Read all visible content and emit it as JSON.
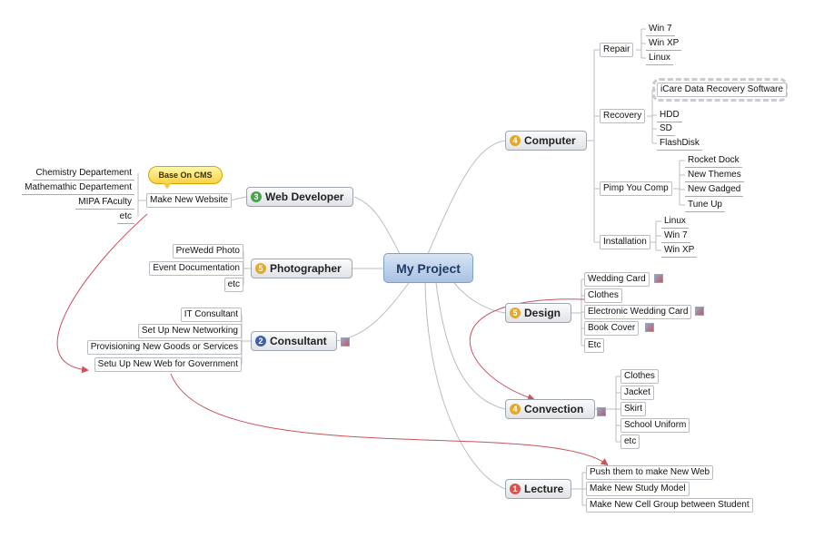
{
  "map": {
    "central": "My Project",
    "callout": "Base On CMS",
    "topics": {
      "computer": {
        "label": "Computer",
        "priority": "4"
      },
      "web": {
        "label": "Web Developer",
        "priority": "3"
      },
      "photo": {
        "label": "Photographer",
        "priority": "5"
      },
      "consult": {
        "label": "Consultant",
        "priority": "2"
      },
      "design": {
        "label": "Design",
        "priority": "5"
      },
      "convection": {
        "label": "Convection",
        "priority": "4"
      },
      "lecture": {
        "label": "Lecture",
        "priority": "1"
      }
    },
    "computer": {
      "repair": "Repair",
      "repair_items": [
        "Win 7",
        "Win XP",
        "Linux"
      ],
      "recovery": "Recovery",
      "recovery_software": "iCare Data Recovery Software",
      "recovery_items": [
        "HDD",
        "SD",
        "FlashDisk"
      ],
      "pimp": "Pimp You Comp",
      "pimp_items": [
        "Rocket Dock",
        "New Themes",
        "New Gadged",
        "Tune Up"
      ],
      "install": "Installation",
      "install_items": [
        "Linux",
        "Win 7",
        "Win XP"
      ]
    },
    "web": {
      "site": "Make New Website",
      "site_items": [
        "Chemistry Departement",
        "Mathemathic Departement",
        "MIPA FAculty",
        "etc"
      ]
    },
    "photo_items": [
      "PreWedd Photo",
      "Event Documentation",
      "etc"
    ],
    "consult_items": [
      "IT Consultant",
      "Set Up New Networking",
      "Provisioning New Goods or Services",
      "Setu Up New Web for Government"
    ],
    "design_items": [
      "Wedding Card",
      "Clothes",
      "Electronic Wedding Card",
      "Book Cover",
      "Etc"
    ],
    "convection_items": [
      "Clothes",
      "Jacket",
      "Skirt",
      "School Uniform",
      "etc"
    ],
    "lecture_items": [
      "Push them to make New Web",
      "Make New Study Model",
      "Make New Cell Group between Student"
    ]
  },
  "colors": {
    "link": "#b9bcc2",
    "relationship": "#c9545b",
    "badge_1": "#d9534f",
    "badge_2": "#3c5fb0",
    "badge_3": "#4aa24a",
    "badge_4": "#e2a92a",
    "badge_5": "#e2a92a"
  },
  "icons": {
    "attachment": "image-icon",
    "callout": "speech-bubble"
  }
}
